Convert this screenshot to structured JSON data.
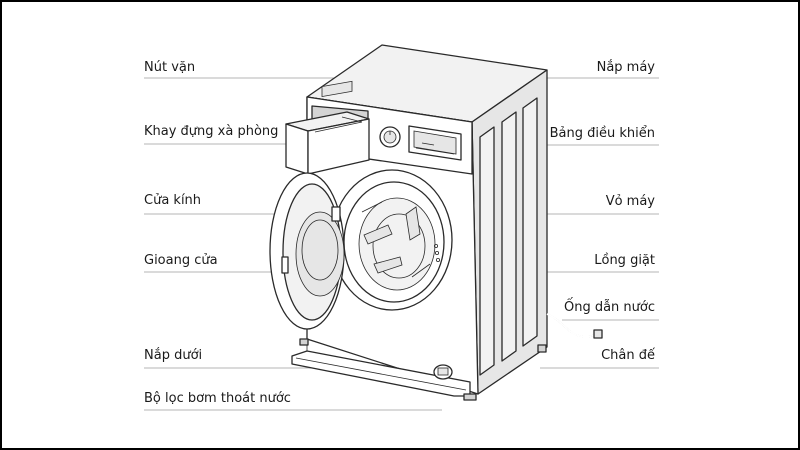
{
  "labels": {
    "knob": "Nút vặn",
    "detergent_tray": "Khay đựng xà phòng",
    "glass_door": "Cửa kính",
    "door_gasket": "Gioang cửa",
    "bottom_cover": "Nắp dưới",
    "drain_pump_filter": "Bộ lọc bơm thoát nước",
    "top_cover": "Nắp máy",
    "control_panel": "Bảng điều khiển",
    "casing": "Vỏ máy",
    "drum": "Lồng giặt",
    "water_hose": "Ống dẫn nước",
    "base_feet": "Chân đế"
  }
}
